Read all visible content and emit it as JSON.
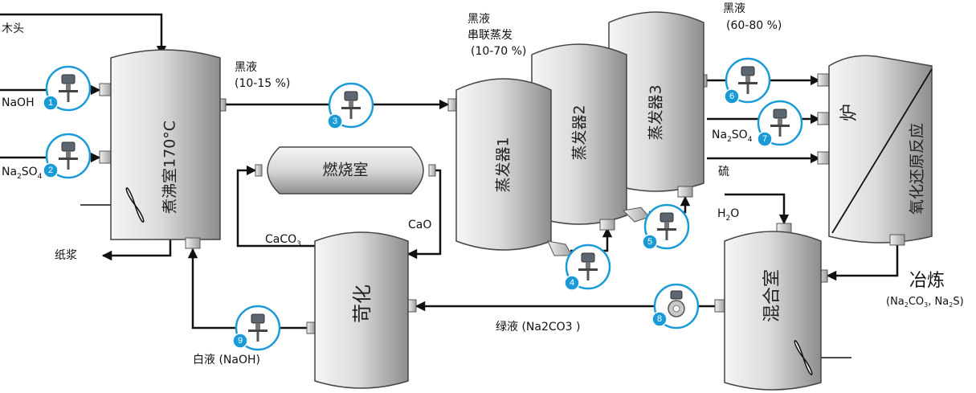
{
  "colors": {
    "accent": "#1a9bd7",
    "line": "#111111",
    "vessel_light": "#e8e8e8",
    "vessel_dark": "#9a9a9a"
  },
  "vessels": {
    "digester": "煮沸室170°C",
    "evap1": "蒸发器1",
    "evap2": "蒸发器2",
    "evap3": "蒸发器3",
    "furnace_top": "炉",
    "furnace_bottom": "氧化还原反应",
    "burner": "燃烧室",
    "causticizer": "苛化",
    "mixer": "混合室"
  },
  "labels": {
    "wood": "木头",
    "naoh": "NaOH",
    "na2so4_base": "Na",
    "na2so4_sub1": "2",
    "na2so4_mid": "SO",
    "na2so4_sub2": "4",
    "pulp": "纸浆",
    "black_liquor_1": "黑液",
    "black_liquor_1_pct": "(10-15 %)",
    "black_liquor_series": "黑液",
    "series_evap": "串联蒸发",
    "series_pct": "(10-70 %)",
    "black_liquor_2": "黑液",
    "black_liquor_2_pct": "(60-80 %)",
    "sulfur": "硫",
    "water_base": "H",
    "water_sub": "2",
    "water_end": "O",
    "cao": "CaO",
    "caco3_base": "CaCO",
    "caco3_sub": "3",
    "smelt": "冶炼",
    "smelt_open": "(Na",
    "smelt_sub1": "2",
    "smelt_co": "CO",
    "smelt_sub2": "3",
    "smelt_na": ", Na",
    "smelt_sub3": "2",
    "smelt_end": "S)",
    "green_liquor": "绿液 (Na2CO3 )",
    "white_liquor": "白液 (NaOH)"
  },
  "instruments": [
    "1",
    "2",
    "3",
    "4",
    "5",
    "6",
    "7",
    "8",
    "9"
  ]
}
